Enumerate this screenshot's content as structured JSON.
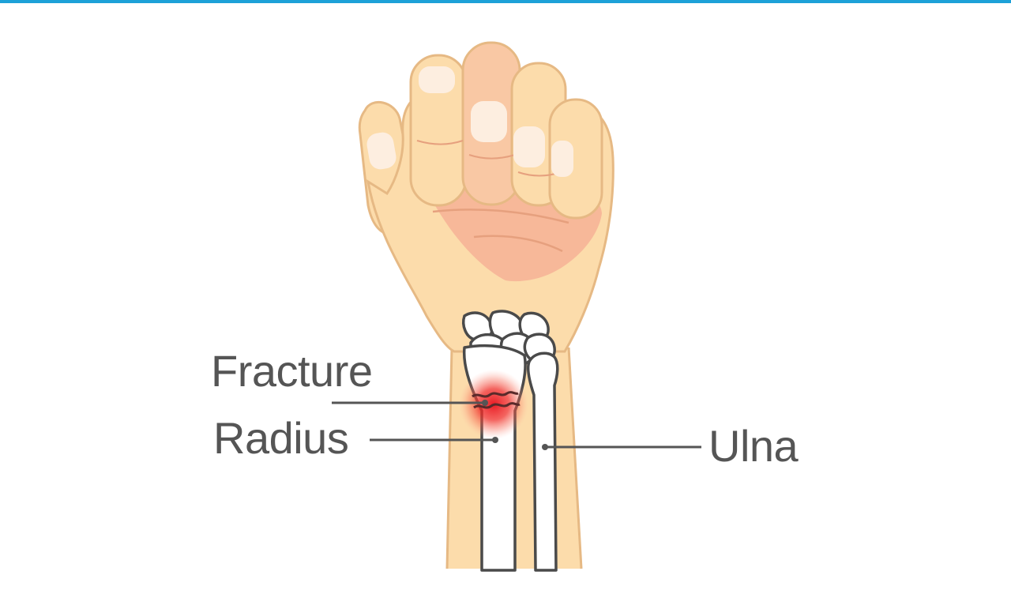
{
  "diagram": {
    "labels": {
      "fracture": "Fracture",
      "radius": "Radius",
      "ulna": "Ulna"
    }
  },
  "colors": {
    "accent_bar": "#1da1d8",
    "skin": "#fcdcab",
    "skin_outline": "#e6b984",
    "palm": "#f7b899",
    "nail": "#fdeee0",
    "bone_fill": "#ffffff",
    "bone_outline": "#4a4a4a",
    "fracture_glow": "#e8101a",
    "label_text": "#555555",
    "leader_line": "#555555"
  }
}
